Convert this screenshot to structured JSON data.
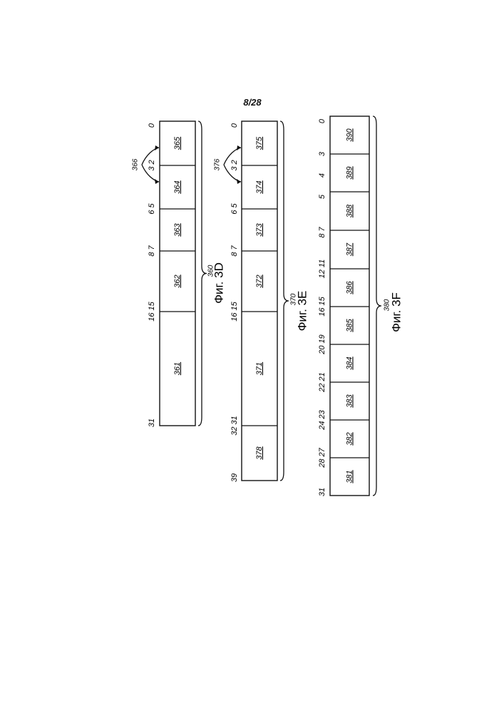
{
  "page_number": "8/28",
  "figures": [
    {
      "id": "3d",
      "caption": "Фиг. 3D",
      "ref": "360",
      "total_bits": 31,
      "fields": [
        {
          "label": "365",
          "bits_lsb": 0,
          "bits_msb": 3
        },
        {
          "label": "364",
          "bits_lsb": 3,
          "bits_msb": 6
        },
        {
          "label": "363",
          "bits_lsb": 6,
          "bits_msb": 8
        },
        {
          "label": "362",
          "bits_lsb": 8,
          "bits_msb": 16
        },
        {
          "label": "361",
          "bits_lsb": 16,
          "bits_msb": 31
        }
      ],
      "bit_labels": [
        "0",
        "3 2",
        "6 5",
        "8 7",
        "16 15",
        "31"
      ],
      "annotation": {
        "label": "366",
        "points_to": [
          "365",
          "364"
        ]
      }
    },
    {
      "id": "3e",
      "caption": "Фиг. 3E",
      "ref": "370",
      "total_bits": 39,
      "fields": [
        {
          "label": "375",
          "bits_lsb": 0,
          "bits_msb": 3
        },
        {
          "label": "374",
          "bits_lsb": 3,
          "bits_msb": 6
        },
        {
          "label": "373",
          "bits_lsb": 6,
          "bits_msb": 8
        },
        {
          "label": "372",
          "bits_lsb": 8,
          "bits_msb": 16
        },
        {
          "label": "371",
          "bits_lsb": 16,
          "bits_msb": 32
        },
        {
          "label": "378",
          "bits_lsb": 32,
          "bits_msb": 39
        }
      ],
      "bit_labels": [
        "0",
        "3 2",
        "6 5",
        "8 7",
        "16 15",
        "32 31",
        "39"
      ],
      "annotation": {
        "label": "376",
        "points_to": [
          "375",
          "374"
        ]
      }
    },
    {
      "id": "3f",
      "caption": "Фиг. 3F",
      "ref": "380",
      "total_bits": 31,
      "fields": [
        {
          "label": "390",
          "bits_lsb": 0,
          "bits_msb": 3
        },
        {
          "label": "389",
          "bits_lsb": 3,
          "bits_msb": 5
        },
        {
          "label": "388",
          "bits_lsb": 5,
          "bits_msb": 8
        },
        {
          "label": "387",
          "bits_lsb": 8,
          "bits_msb": 12
        },
        {
          "label": "386",
          "bits_lsb": 12,
          "bits_msb": 16
        },
        {
          "label": "385",
          "bits_lsb": 16,
          "bits_msb": 20
        },
        {
          "label": "384",
          "bits_lsb": 20,
          "bits_msb": 22
        },
        {
          "label": "383",
          "bits_lsb": 22,
          "bits_msb": 24
        },
        {
          "label": "382",
          "bits_lsb": 24,
          "bits_msb": 28
        },
        {
          "label": "381",
          "bits_lsb": 28,
          "bits_msb": 31
        }
      ],
      "bit_labels": [
        "0",
        "3",
        "4",
        "5",
        "8 7",
        "12 11",
        "16 15",
        "20 19",
        "22 21",
        "24 23",
        "28 27",
        "31"
      ]
    }
  ]
}
